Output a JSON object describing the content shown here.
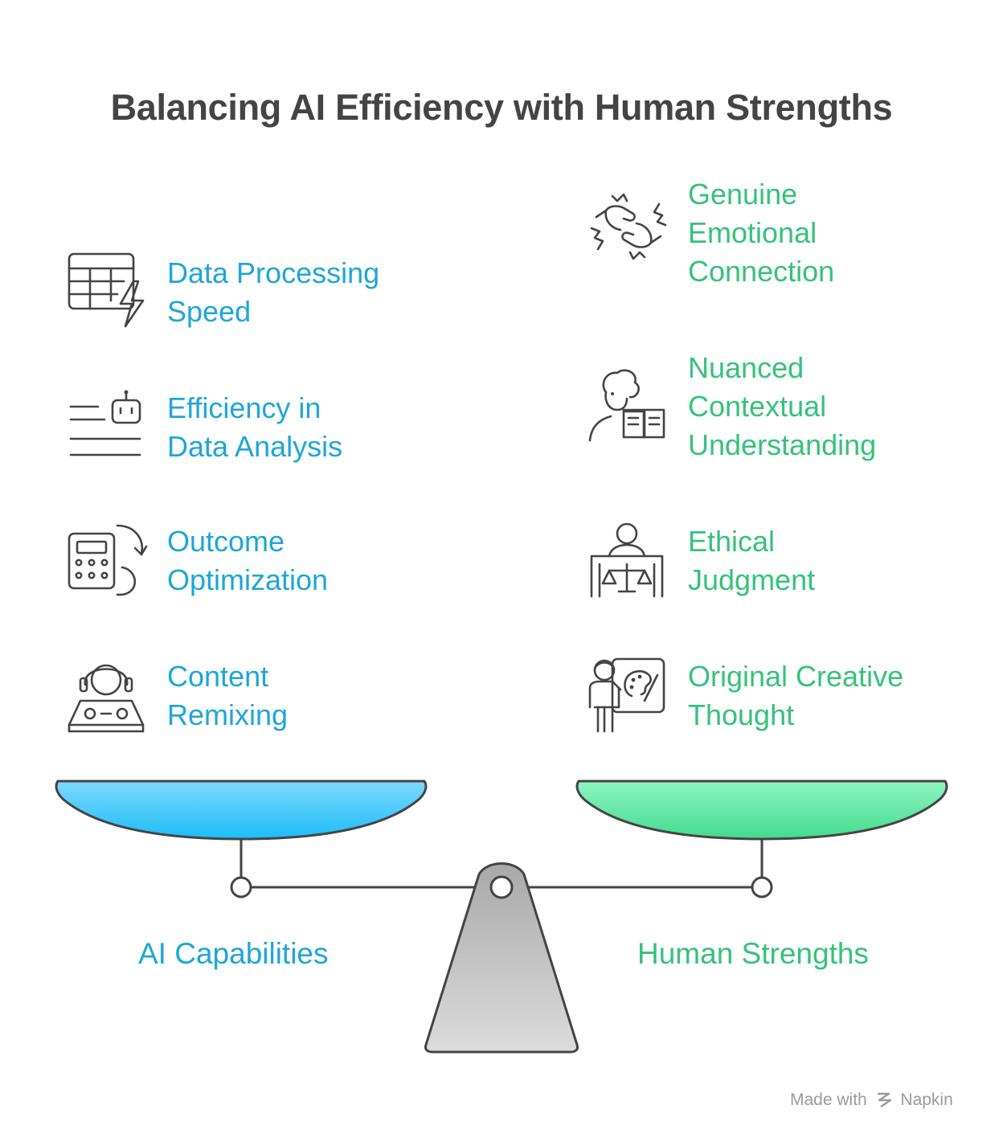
{
  "title": "Balancing AI Efficiency with Human Strengths",
  "colors": {
    "ai": "#1ea6d8",
    "human": "#34c27b",
    "ink": "#444444"
  },
  "ai": {
    "label": "AI Capabilities",
    "items": [
      {
        "icon": "table-lightning-icon",
        "lines": [
          "Data Processing",
          "Speed"
        ]
      },
      {
        "icon": "robot-list-icon",
        "lines": [
          "Efficiency in",
          "Data Analysis"
        ]
      },
      {
        "icon": "calculator-cycle-icon",
        "lines": [
          "Outcome",
          "Optimization"
        ]
      },
      {
        "icon": "dj-mixer-icon",
        "lines": [
          "Content",
          "Remixing"
        ]
      }
    ]
  },
  "human": {
    "label": "Human Strengths",
    "items": [
      {
        "icon": "fist-bump-icon",
        "lines": [
          "Genuine",
          "Emotional",
          "Connection"
        ]
      },
      {
        "icon": "reading-person-icon",
        "lines": [
          "Nuanced",
          "Contextual",
          "Understanding"
        ]
      },
      {
        "icon": "judge-scales-icon",
        "lines": [
          "Ethical",
          "Judgment"
        ]
      },
      {
        "icon": "painter-easel-icon",
        "lines": [
          "Original Creative",
          "Thought"
        ]
      }
    ]
  },
  "watermark": {
    "prefix": "Made with",
    "brand": "Napkin"
  }
}
